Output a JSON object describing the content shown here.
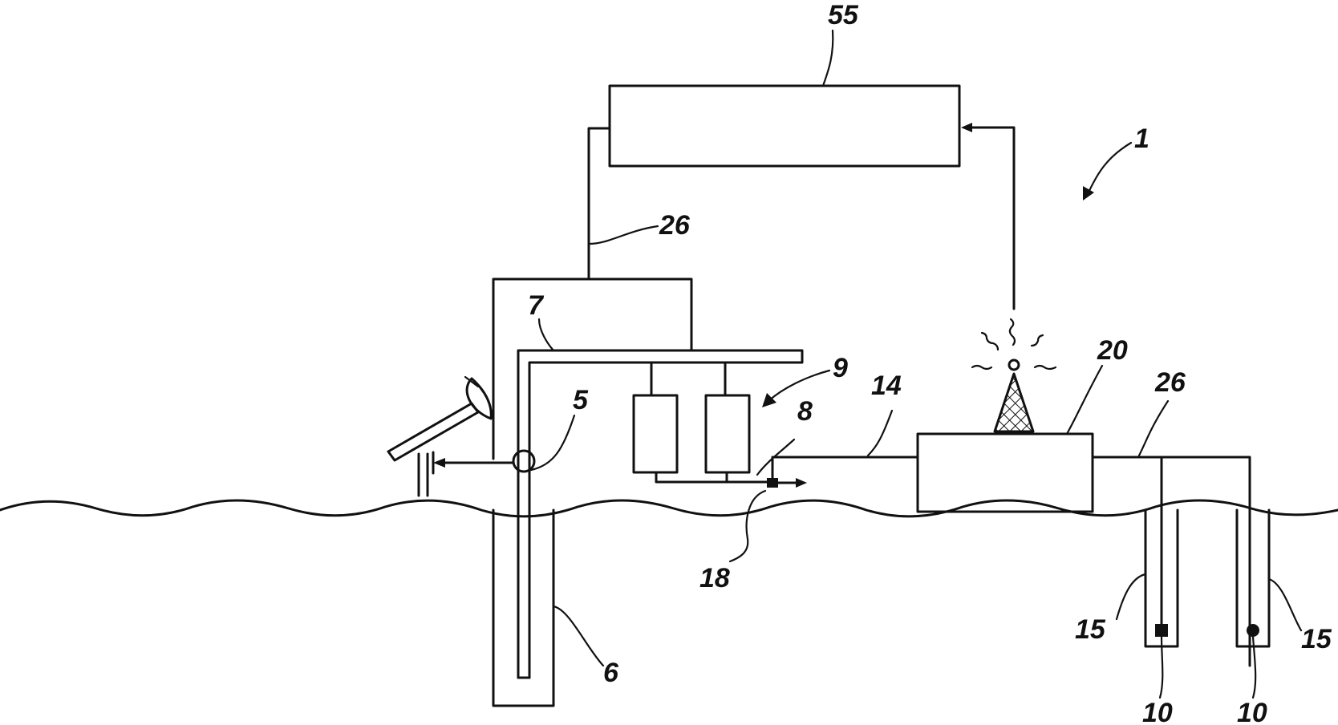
{
  "labels": {
    "l55": "55",
    "l1": "1",
    "l26a": "26",
    "l26b": "26",
    "l7": "7",
    "l9": "9",
    "l5": "5",
    "l8": "8",
    "l14": "14",
    "l20": "20",
    "l18": "18",
    "l6": "6",
    "l15a": "15",
    "l15b": "15",
    "l10a": "10",
    "l10b": "10"
  }
}
